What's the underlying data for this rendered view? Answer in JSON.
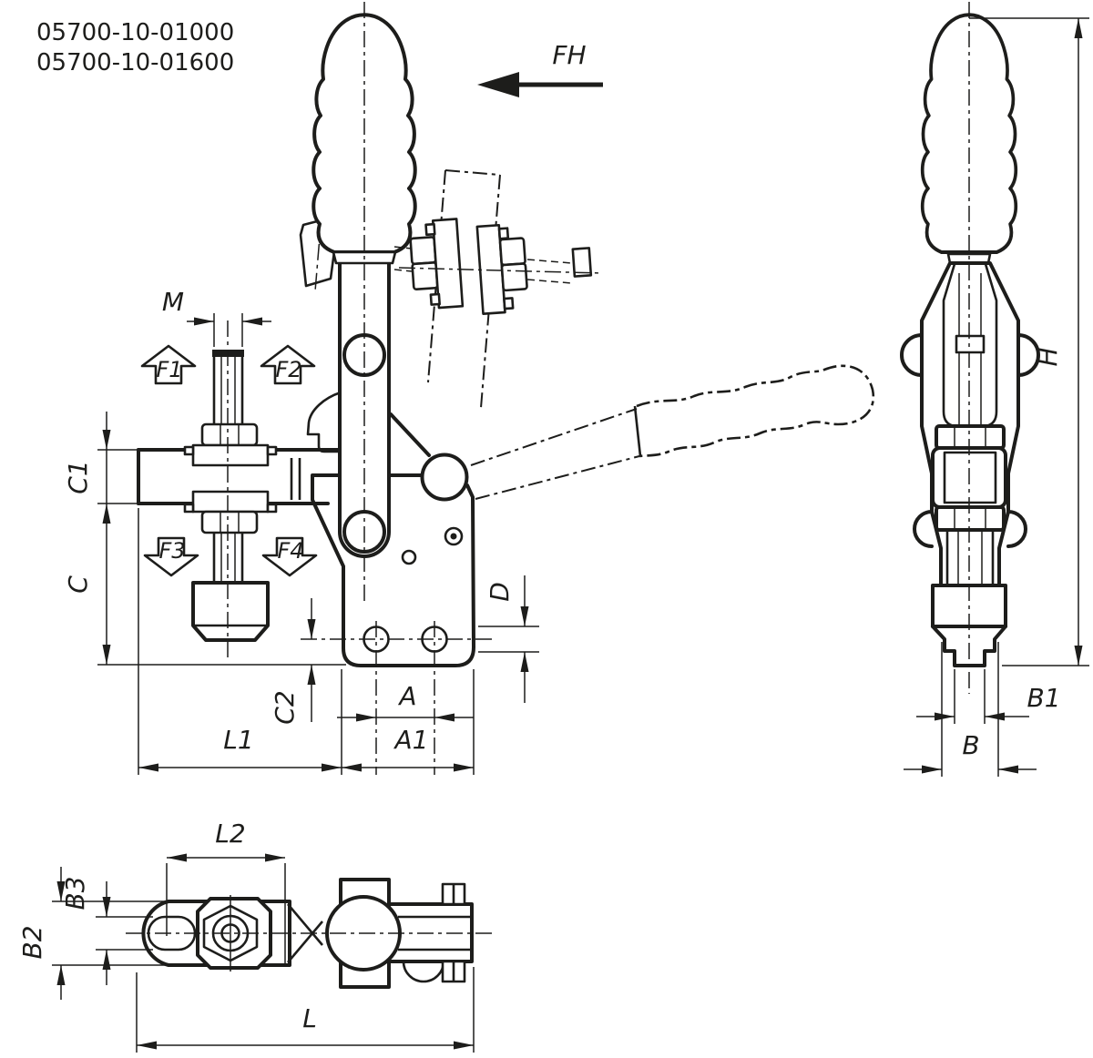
{
  "title": "Vertical toggle clamp dimensional drawing",
  "part_numbers": [
    "05700-10-01000",
    "05700-10-01600"
  ],
  "force_arrow": {
    "label": "FH",
    "direction": "left"
  },
  "labels": {
    "m": "M",
    "f1": "F1",
    "f2": "F2",
    "f3": "F3",
    "f4": "F4",
    "c1": "C1",
    "c": "C",
    "c2": "C2",
    "l1": "L1",
    "a": "A",
    "a1": "A1",
    "d": "D",
    "h": "H",
    "b1": "B1",
    "b": "B",
    "l2": "L2",
    "b3": "B3",
    "b2": "B2",
    "l": "L",
    "fh": "FH"
  },
  "views": {
    "front": "front view with clamping spindle, force arrows and mounting base",
    "side": "side view with overall height H",
    "bottom": "bottom view with slotted clamping arm"
  },
  "colors": {
    "line": "#1d1d1b",
    "background": "#ffffff"
  }
}
